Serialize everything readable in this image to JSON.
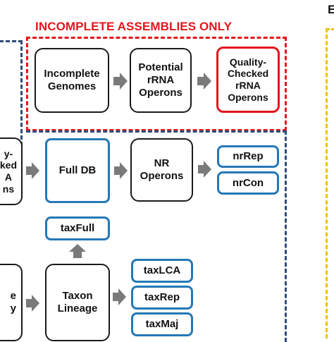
{
  "header": {
    "title": "INCOMPLETE ASSEMBLIES ONLY",
    "panel_letter": "E"
  },
  "colors": {
    "red": "#e3161c",
    "blue_box": "#2478b5",
    "navy_dash": "#2f4b7c",
    "yellow_dash": "#f2c200",
    "arrow_gray": "#7a7a7a",
    "text": "#111111"
  },
  "nodes": {
    "incomplete_genomes": "Incomplete\nGenomes",
    "potential_rrna_operons": "Potential\nrRNA\nOperons",
    "quality_checked_incomplete": "Quality-\nChecked\nrRNA\nOperons",
    "quality_checked_partial": "y-\nked\nA\nns",
    "full_db": "Full DB",
    "nr_operons": "NR\nOperons",
    "nrrep": "nrRep",
    "nrcon": "nrCon",
    "taxfull": "taxFull",
    "genomes_partial": "e\ny",
    "taxon_lineage": "Taxon\nLineage",
    "taxlca": "taxLCA",
    "taxrep": "taxRep",
    "taxmaj": "taxMaj"
  },
  "arrows": [
    "incomplete_genomes-to-potential",
    "potential-to-quality_checked",
    "quality_checked_partial-to-full_db",
    "full_db-to-nr_operons",
    "nr_operons-to-nr_outputs",
    "genomes_partial-to-taxon_lineage",
    "taxon_lineage-to-taxfull",
    "taxon_lineage-to-tax_outputs"
  ]
}
